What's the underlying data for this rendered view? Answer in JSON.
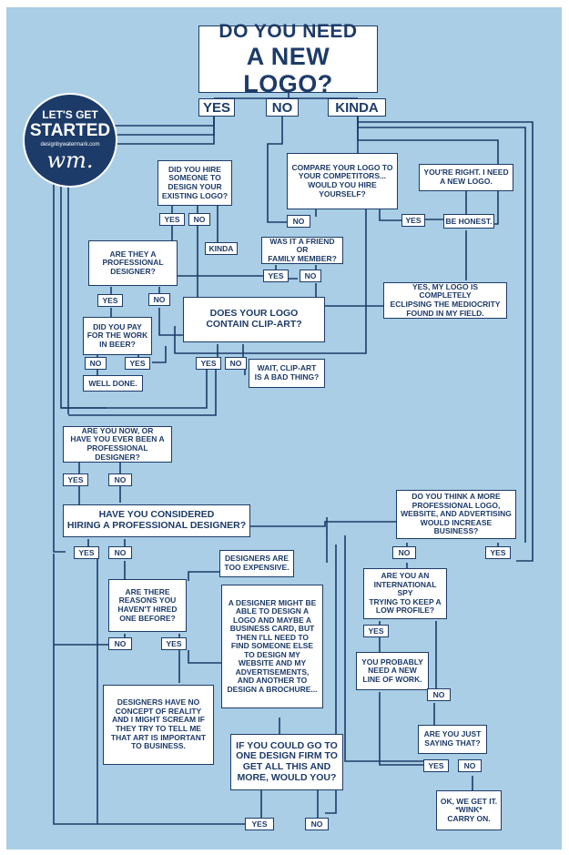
{
  "title": {
    "line1": "DO YOU NEED",
    "line2": "A NEW LOGO?"
  },
  "badge": {
    "line1": "LET'S GET",
    "line2": "STARTED",
    "url": "designbywatermark.com",
    "logo": "wm."
  },
  "answers_top": {
    "yes": "YES",
    "no": "NO",
    "kinda": "KINDA"
  },
  "nodes": {
    "hire_someone": "DID YOU HIRE\nSOMEONE TO\nDESIGN YOUR\nEXISTING LOGO?",
    "compare": "COMPARE YOUR LOGO TO\nYOUR COMPETITORS...\nWOULD YOU HIRE\nYOURSELF?",
    "youre_right": "YOU'RE RIGHT. I NEED\nA NEW LOGO.",
    "be_honest": "BE HONEST.",
    "professional_designer": "ARE THEY A\nPROFESSIONAL\nDESIGNER?",
    "friend_family": "WAS IT A FRIEND OR\nFAMILY MEMBER?",
    "kinda_small": "KINDA",
    "eclipsing": "YES, MY LOGO IS COMPLETELY\nECLIPSING THE MEDIOCRITY\nFOUND IN MY FIELD.",
    "clip_art": "DOES YOUR LOGO\nCONTAIN CLIP-ART?",
    "pay_beer": "DID YOU PAY\nFOR THE WORK\nIN BEER?",
    "well_done": "WELL DONE.",
    "wait_clip_art": "WAIT, CLIP-ART\nIS A BAD THING?",
    "are_you_now": "ARE YOU NOW, OR\nHAVE YOU EVER BEEN A\nPROFESSIONAL DESIGNER?",
    "considered": "HAVE YOU CONSIDERED\nHIRING A PROFESSIONAL DESIGNER?",
    "more_professional": "DO YOU THINK A MORE\nPROFESSIONAL LOGO,\nWEBSITE, AND ADVERTISING\nWOULD INCREASE BUSINESS?",
    "too_expensive": "DESIGNERS ARE\nTOO EXPENSIVE.",
    "reasons": "ARE THERE\nREASONS YOU\nHAVEN'T HIRED\nONE BEFORE?",
    "designer_might": "A DESIGNER MIGHT BE\nABLE TO DESIGN A\nLOGO AND MAYBE A\nBUSINESS CARD, BUT\nTHEN I'LL NEED TO\nFIND SOMEONE ELSE\nTO DESIGN MY\nWEBSITE AND MY\nADVERTISEMENTS,\nAND ANOTHER TO\nDESIGN A BROCHURE...",
    "spy": "ARE YOU AN\nINTERNATIONAL SPY\nTRYING TO KEEP A\nLOW PROFILE?",
    "new_line_work": "YOU PROBABLY\nNEED A NEW\nLINE OF WORK.",
    "no_concept": "DESIGNERS HAVE NO\nCONCEPT OF REALITY\nAND I MIGHT SCREAM IF\nTHEY TRY TO TELL ME\nTHAT ART IS IMPORTANT\nTO BUSINESS.",
    "just_saying": "ARE YOU JUST\nSAYING THAT?",
    "one_firm": "IF YOU COULD GO TO\nONE DESIGN FIRM TO\nGET ALL THIS AND\nMORE, WOULD YOU?",
    "wink": "OK, WE GET IT.\n*WINK*\nCARRY ON."
  },
  "labels": {
    "yes": "YES",
    "no": "NO"
  },
  "colors": {
    "background": "#a9cee5",
    "ink": "#1d3b69",
    "box": "#ffffff"
  }
}
